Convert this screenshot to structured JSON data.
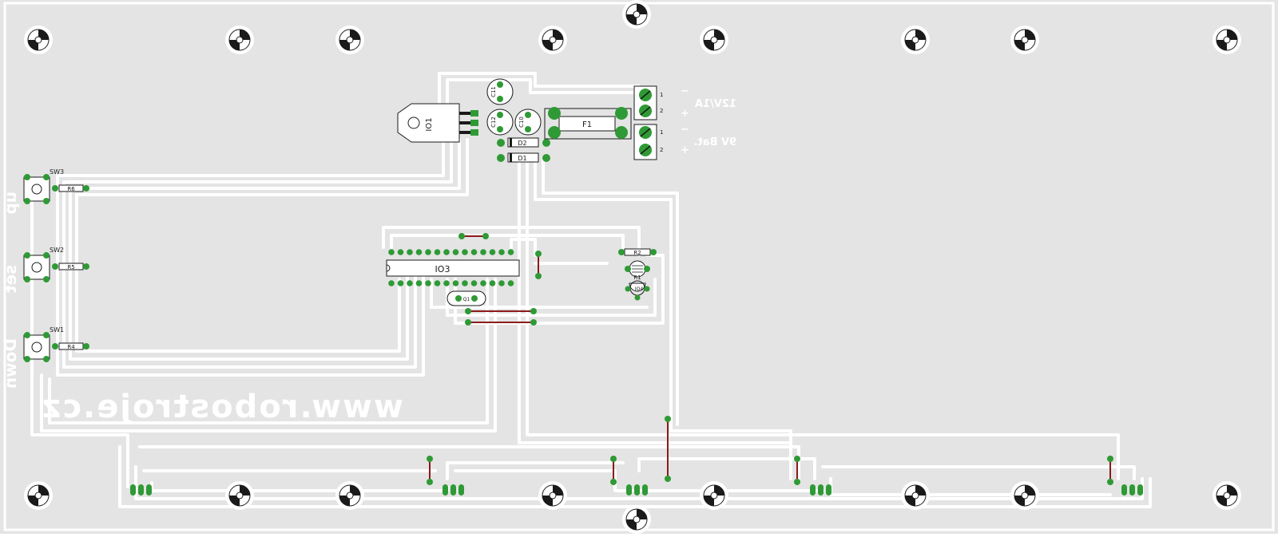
{
  "colors": {
    "board": "#e4e4e4",
    "trace": "#ffffff",
    "pad": "#2f9a35",
    "hole": "#ffffff",
    "jumper": "#8b1a1a",
    "silk": "#1a1a1a",
    "mirror_text": "#ffffff"
  },
  "components": {
    "io1": "IO1",
    "io3": "IO3",
    "f1": "F1",
    "c11": "C11",
    "c12": "C12",
    "c10": "C10",
    "d1": "D1",
    "d2": "D2",
    "r1": "R1",
    "r2": "R2",
    "r4": "R4",
    "r5": "R5",
    "r6": "R6",
    "io4": "IO4",
    "q1": "Q1",
    "sw1": "SW1",
    "sw2": "SW2",
    "sw3": "SW3"
  },
  "labels": {
    "power": "12V/1A",
    "battery": "9V Bat.",
    "website": "www.robostroje.cz",
    "btn_up": "up",
    "btn_set": "set",
    "btn_down": "Down",
    "term_pin1": "1",
    "term_pin2": "2",
    "plus": "+",
    "minus": "−"
  }
}
